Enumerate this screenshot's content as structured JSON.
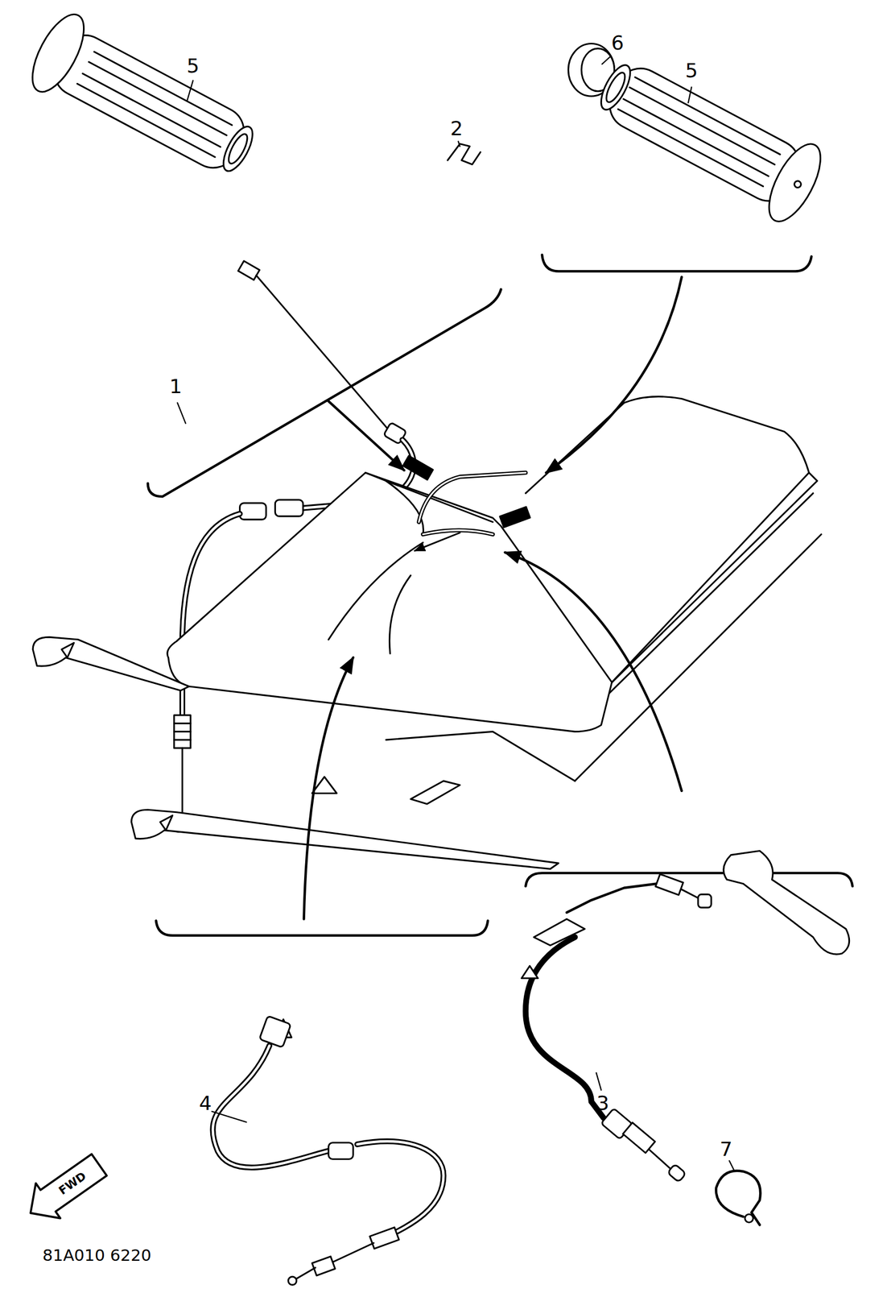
{
  "diagram": {
    "labels": [
      "5",
      "6",
      "5",
      "2",
      "1",
      "4",
      "3",
      "7",
      "FWD",
      "81A010 6220"
    ]
  }
}
